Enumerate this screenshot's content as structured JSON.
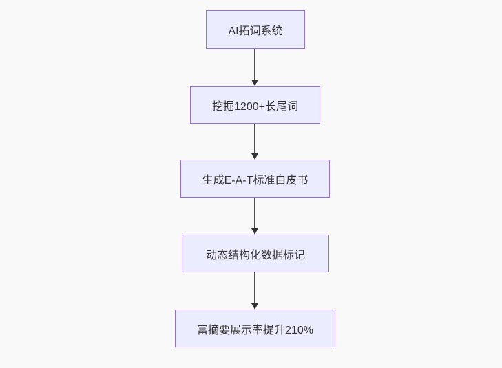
{
  "flowchart": {
    "type": "flowchart",
    "direction": "top-down",
    "nodes": [
      {
        "label": "AI拓词系统"
      },
      {
        "label": "挖掘1200+长尾词"
      },
      {
        "label": "生成E-A-T标准白皮书"
      },
      {
        "label": "动态结构化数据标记"
      },
      {
        "label": "富摘要展示率提升210%"
      }
    ],
    "edges": [
      {
        "from": 0,
        "to": 1
      },
      {
        "from": 1,
        "to": 2
      },
      {
        "from": 2,
        "to": 3
      },
      {
        "from": 3,
        "to": 4
      }
    ],
    "colors": {
      "node_fill": "#ECECFF",
      "node_border": "#9370DB",
      "node_text": "#333333",
      "arrow": "#333333",
      "background": "#f9f9f9"
    }
  }
}
